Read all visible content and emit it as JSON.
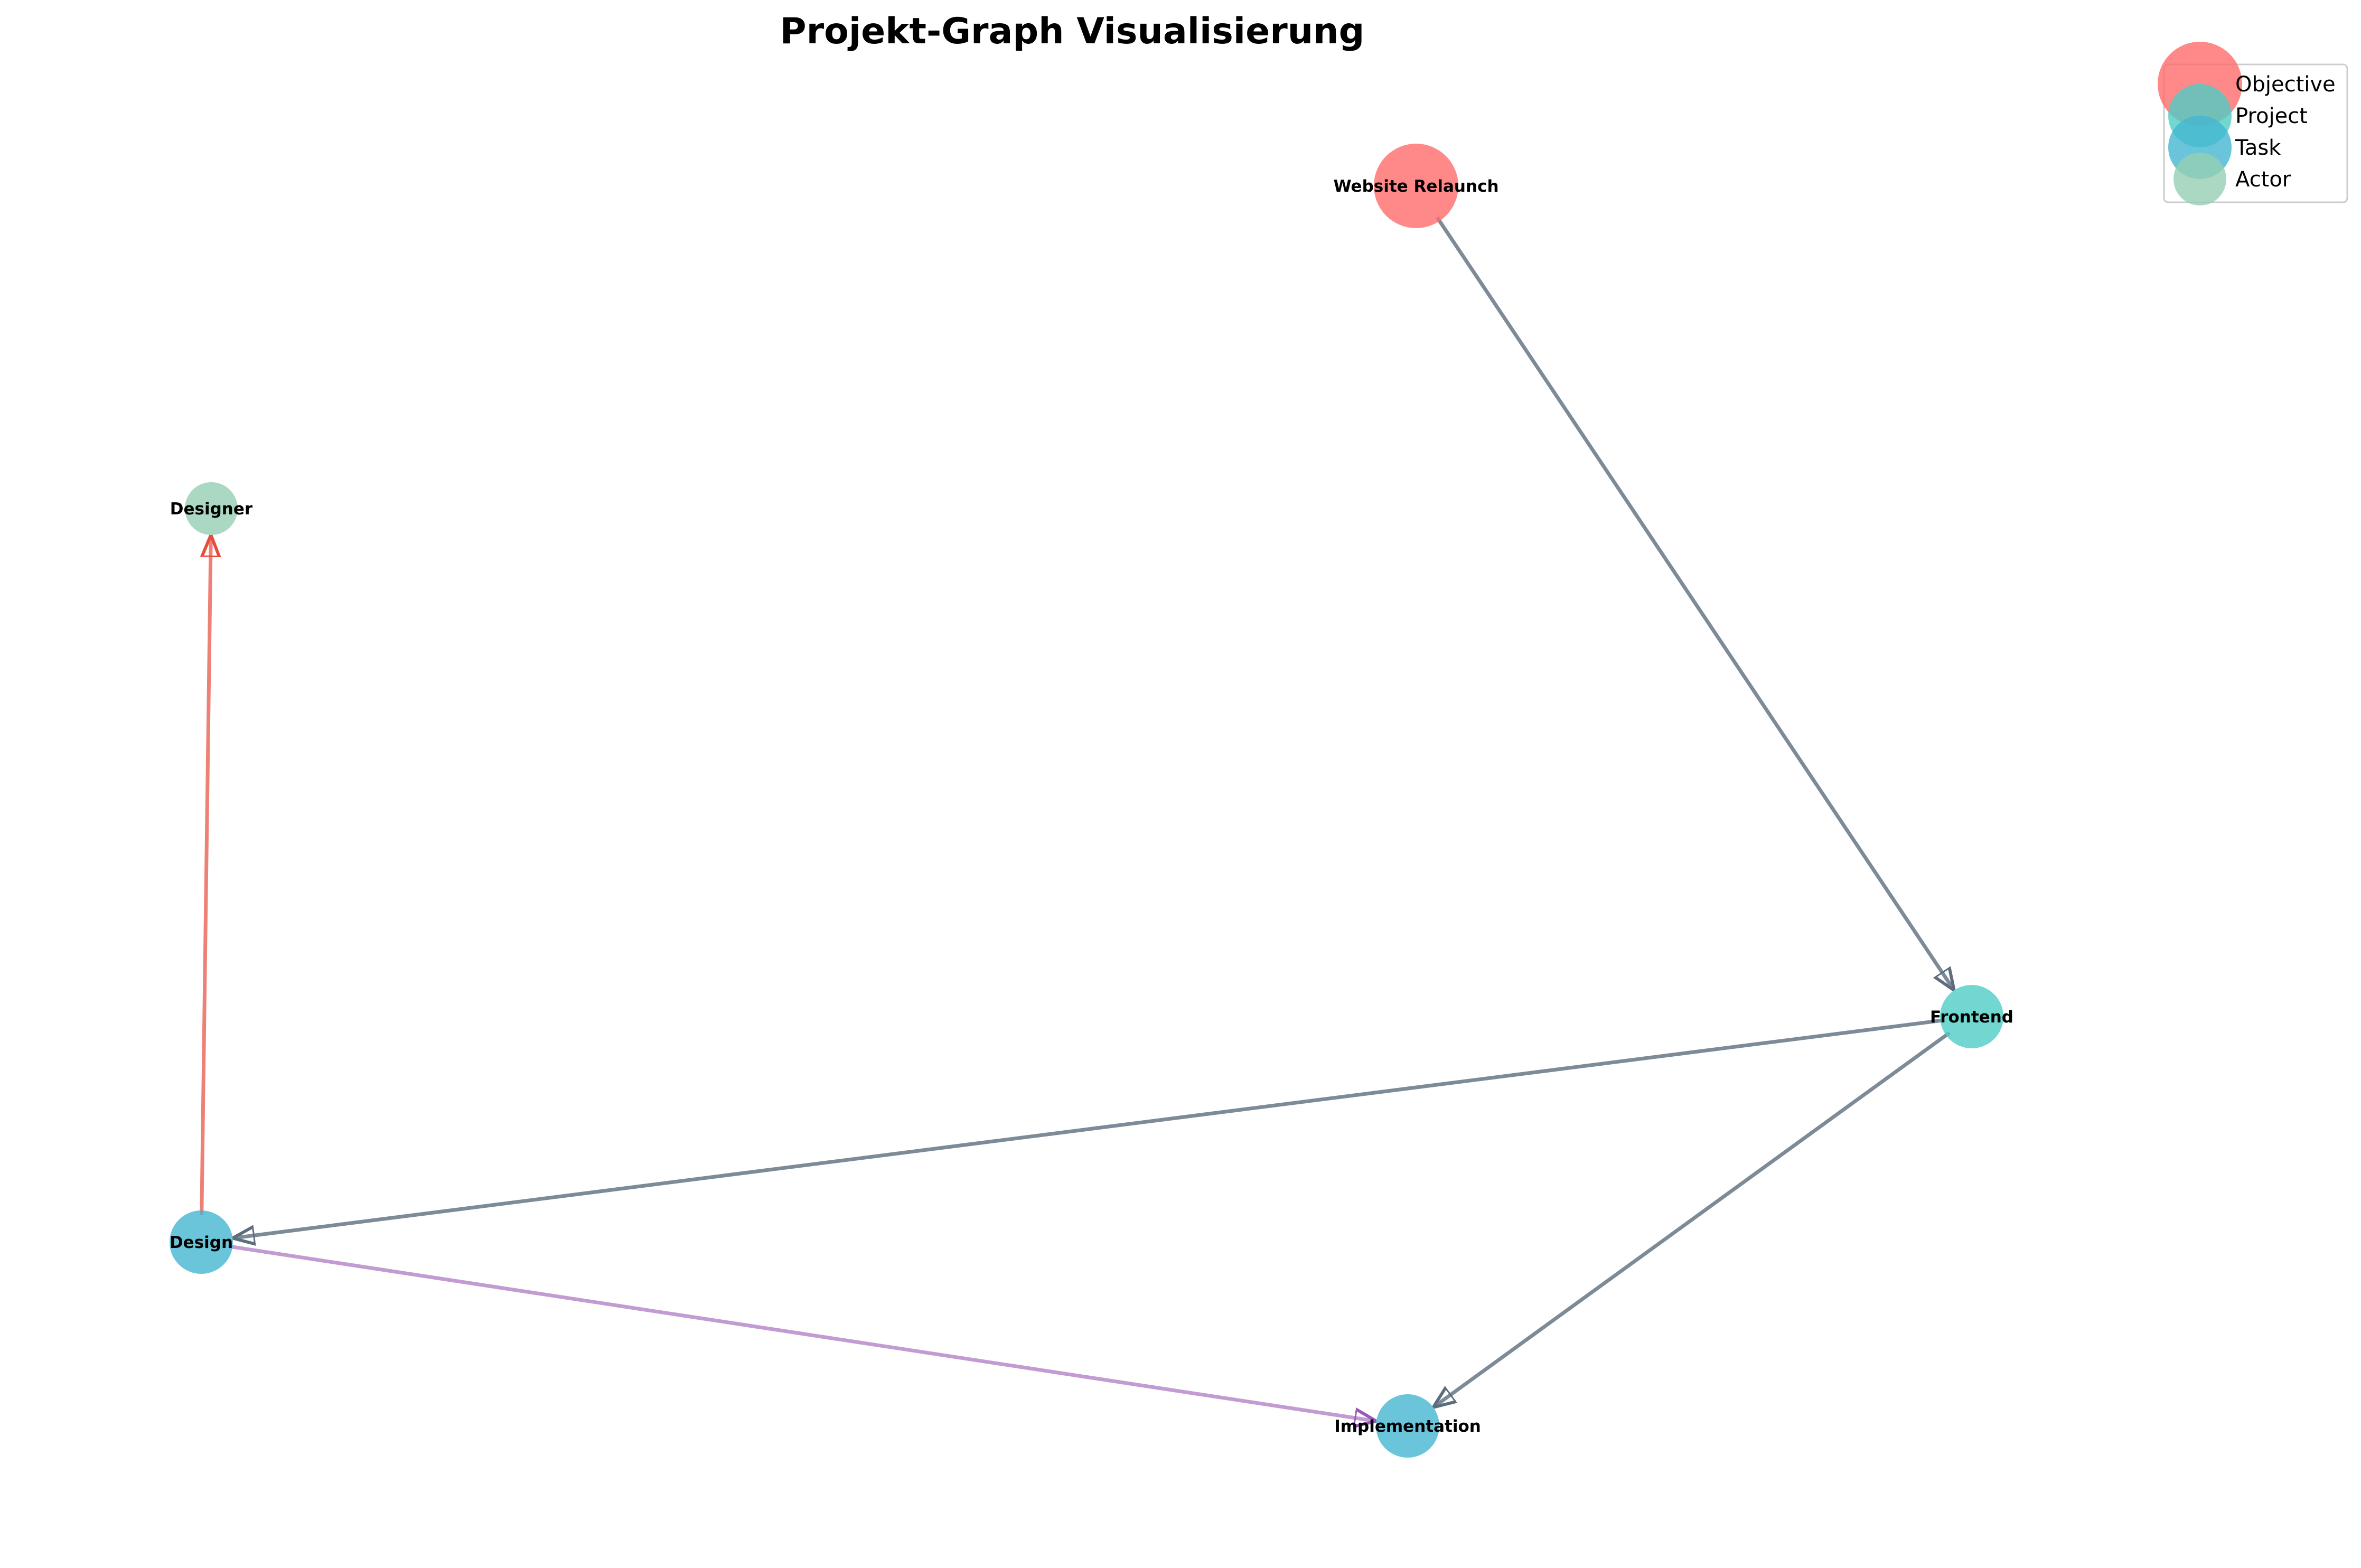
{
  "title": "Projekt-Graph Visualisierung",
  "colors": {
    "objective": "#FF6B6B",
    "project": "#4ECDC4",
    "task": "#45B7D1",
    "actor": "#96CEB4",
    "edge_default": "#5D6D7E",
    "edge_assigned": "#E74C3C",
    "edge_dependency": "#9B59B6"
  },
  "legend": {
    "items": [
      {
        "key": "objective",
        "label": "Objective"
      },
      {
        "key": "project",
        "label": "Project"
      },
      {
        "key": "task",
        "label": "Task"
      },
      {
        "key": "actor",
        "label": "Actor"
      }
    ]
  },
  "nodes": [
    {
      "id": "website_relaunch",
      "label": "Website Relaunch",
      "type": "objective"
    },
    {
      "id": "designer",
      "label": "Designer",
      "type": "actor"
    },
    {
      "id": "frontend",
      "label": "Frontend",
      "type": "project"
    },
    {
      "id": "design",
      "label": "Design",
      "type": "task"
    },
    {
      "id": "implementation",
      "label": "Implementation",
      "type": "task"
    }
  ],
  "edges": [
    {
      "source": "website_relaunch",
      "target": "frontend",
      "kind": "default"
    },
    {
      "source": "frontend",
      "target": "design",
      "kind": "default"
    },
    {
      "source": "frontend",
      "target": "implementation",
      "kind": "default"
    },
    {
      "source": "design",
      "target": "designer",
      "kind": "assigned"
    },
    {
      "source": "design",
      "target": "implementation",
      "kind": "dependency"
    }
  ]
}
